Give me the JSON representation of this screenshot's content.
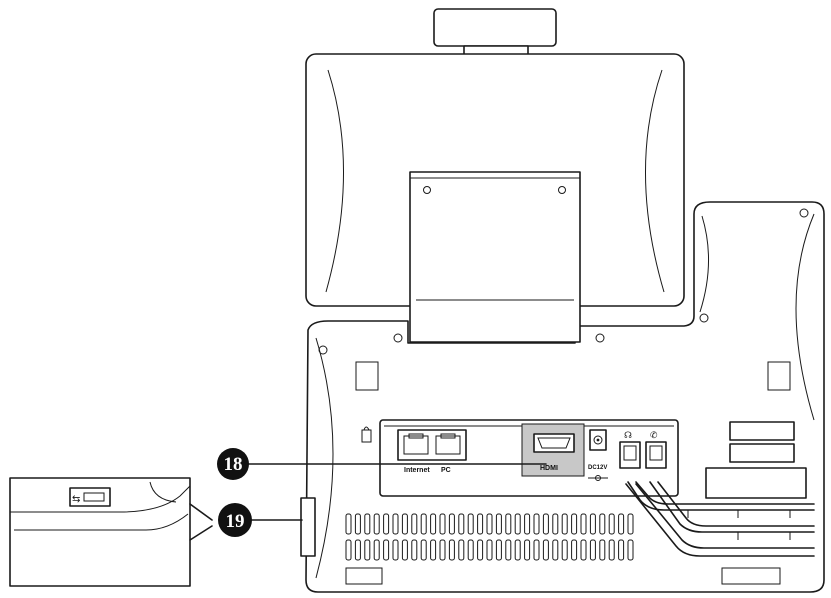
{
  "ports": {
    "internet": "Internet",
    "pc": "PC",
    "hdmi": "HDMI",
    "dc": "DC12V"
  },
  "callouts": [
    {
      "number": "18",
      "points_to": "hdmi-port"
    },
    {
      "number": "19",
      "points_to": "usb-port"
    }
  ],
  "colors": {
    "line": "#1a1a1a",
    "callout_fill": "#111111",
    "callout_text": "#ffffff",
    "hdmi_panel": "#c8c8c8"
  }
}
